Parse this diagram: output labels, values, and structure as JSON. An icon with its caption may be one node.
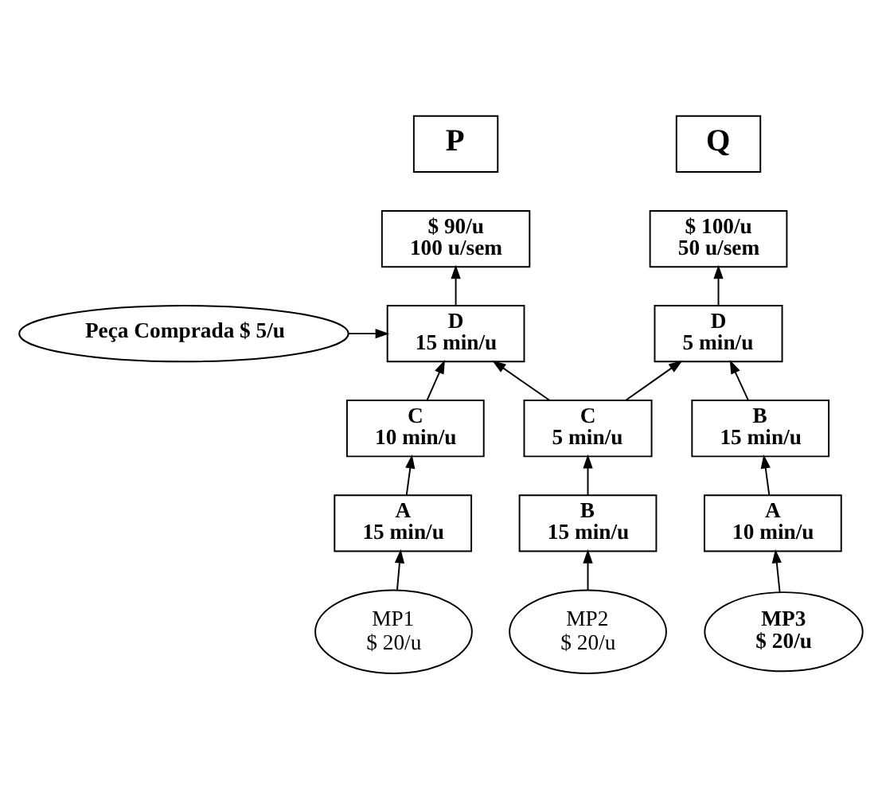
{
  "diagram": {
    "nodes": [
      {
        "text": [
          "P"
        ]
      },
      {
        "text": [
          "Q"
        ]
      },
      {
        "text": [
          "$ 90/u",
          "100 u/sem"
        ]
      },
      {
        "text": [
          "$ 100/u",
          "50 u/sem"
        ]
      },
      {
        "text": [
          "Peça Comprada $ 5/u"
        ]
      },
      {
        "text": [
          "D",
          "15 min/u"
        ]
      },
      {
        "text": [
          "D",
          "5 min/u"
        ]
      },
      {
        "text": [
          "C",
          "10 min/u"
        ]
      },
      {
        "text": [
          "C",
          "5 min/u"
        ]
      },
      {
        "text": [
          "B",
          "15 min/u"
        ]
      },
      {
        "text": [
          "A",
          "15 min/u"
        ]
      },
      {
        "text": [
          "B",
          "15 min/u"
        ]
      },
      {
        "text": [
          "A",
          "10 min/u"
        ]
      },
      {
        "text": [
          "MP1",
          "$ 20/u"
        ]
      },
      {
        "text": [
          "MP2",
          "$ 20/u"
        ]
      },
      {
        "text": [
          "MP3",
          "$ 20/u"
        ]
      }
    ],
    "edges": [
      {
        "from": 5,
        "to": 2,
        "arrow": "to"
      },
      {
        "from": 6,
        "to": 3,
        "arrow": "to"
      },
      {
        "from": 4,
        "to": 5,
        "arrow": "to"
      },
      {
        "from": 7,
        "to": 5,
        "arrow": "to"
      },
      {
        "from": 8,
        "to": 5,
        "arrow": "to"
      },
      {
        "from": 8,
        "to": 6,
        "arrow": "to"
      },
      {
        "from": 9,
        "to": 6,
        "arrow": "to"
      },
      {
        "from": 10,
        "to": 7,
        "arrow": "to"
      },
      {
        "from": 11,
        "to": 8,
        "arrow": "to"
      },
      {
        "from": 12,
        "to": 9,
        "arrow": "to"
      },
      {
        "from": 13,
        "to": 10,
        "arrow": "to"
      },
      {
        "from": 14,
        "to": 11,
        "arrow": "to"
      },
      {
        "from": 15,
        "to": 12,
        "arrow": "to"
      }
    ]
  }
}
